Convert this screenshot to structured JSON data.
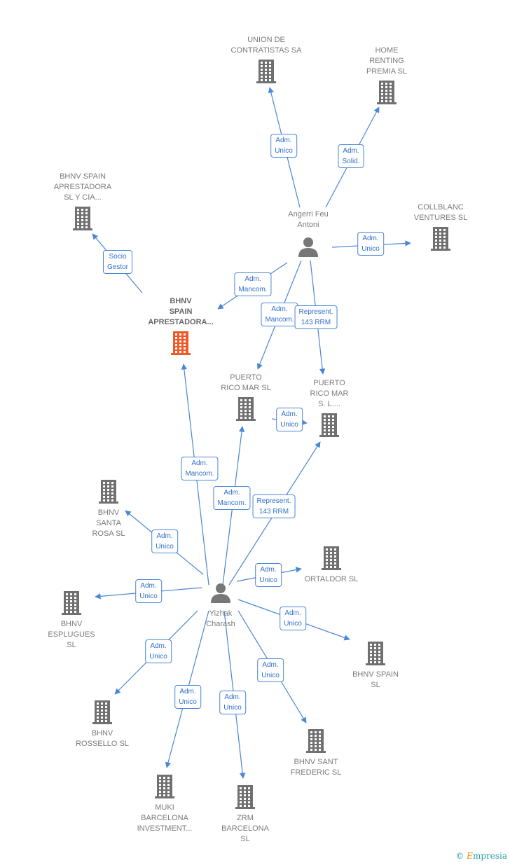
{
  "colors": {
    "company": "#707070",
    "main_company": "#f05a28",
    "person": "#777777",
    "edge": "#4a86d6",
    "text": "#7a7a7a"
  },
  "nodes": [
    {
      "id": "union",
      "label": "UNION DE\nCONTRATISTAS SA",
      "type": "company"
    },
    {
      "id": "home",
      "label": "HOME\nRENTING\nPREMIA  SL",
      "type": "company"
    },
    {
      "id": "bhnv_apr_cia",
      "label": "BHNV SPAIN\nAPRESTADORA\nSL Y CIA...",
      "type": "company"
    },
    {
      "id": "angerri",
      "label": "Angerri Feu\nAntoni",
      "type": "person"
    },
    {
      "id": "collblanc",
      "label": "COLLBLANC\nVENTURES  SL",
      "type": "company"
    },
    {
      "id": "main",
      "label": "BHNV\nSPAIN\nAPRESTADORA...",
      "type": "main"
    },
    {
      "id": "puerto1",
      "label": "PUERTO\nRICO MAR SL",
      "type": "company"
    },
    {
      "id": "puerto2",
      "label": "PUERTO\nRICO MAR\nS. L....",
      "type": "company"
    },
    {
      "id": "santarosa",
      "label": "BHNV\nSANTA\nROSA  SL",
      "type": "company"
    },
    {
      "id": "ortaldor",
      "label": "ORTALDOR  SL",
      "type": "company"
    },
    {
      "id": "esplugues",
      "label": "BHNV\nESPLUGUES\nSL",
      "type": "company"
    },
    {
      "id": "yizhak",
      "label": "Yizhak\nCharash",
      "type": "person"
    },
    {
      "id": "bhnvspain",
      "label": "BHNV SPAIN\nSL",
      "type": "company"
    },
    {
      "id": "rossello",
      "label": "BHNV\nROSSELLO  SL",
      "type": "company"
    },
    {
      "id": "santfrederic",
      "label": "BHNV SANT\nFREDERIC  SL",
      "type": "company"
    },
    {
      "id": "muki",
      "label": "MUKI\nBARCELONA\nINVESTMENT...",
      "type": "company"
    },
    {
      "id": "zrm",
      "label": "ZRM\nBARCELONA\nSL",
      "type": "company"
    }
  ],
  "edges": [
    {
      "from": "angerri",
      "to": "union",
      "label": "Adm.\nUnico"
    },
    {
      "from": "angerri",
      "to": "home",
      "label": "Adm.\nSolid."
    },
    {
      "from": "angerri",
      "to": "collblanc",
      "label": "Adm.\nUnico"
    },
    {
      "from": "angerri",
      "to": "main",
      "label": "Adm.\nMancom."
    },
    {
      "from": "angerri",
      "to": "puerto1",
      "label": "Adm.\nMancom."
    },
    {
      "from": "angerri",
      "to": "puerto2",
      "label": "Represent.\n143 RRM"
    },
    {
      "from": "main",
      "to": "bhnv_apr_cia",
      "label": "Socio\nGestor"
    },
    {
      "from": "puerto1",
      "to": "puerto2",
      "label": "Adm.\nUnico"
    },
    {
      "from": "yizhak",
      "to": "main",
      "label": "Adm.\nMancom."
    },
    {
      "from": "yizhak",
      "to": "puerto1",
      "label": "Adm.\nMancom."
    },
    {
      "from": "yizhak",
      "to": "puerto2",
      "label": "Represent.\n143 RRM"
    },
    {
      "from": "yizhak",
      "to": "santarosa",
      "label": "Adm.\nUnico"
    },
    {
      "from": "yizhak",
      "to": "ortaldor",
      "label": "Adm.\nUnico"
    },
    {
      "from": "yizhak",
      "to": "esplugues",
      "label": "Adm.\nUnico"
    },
    {
      "from": "yizhak",
      "to": "bhnvspain",
      "label": "Adm.\nUnico"
    },
    {
      "from": "yizhak",
      "to": "rossello",
      "label": "Adm.\nUnico"
    },
    {
      "from": "yizhak",
      "to": "santfrederic",
      "label": "Adm.\nUnico"
    },
    {
      "from": "yizhak",
      "to": "muki",
      "label": "Adm.\nUnico"
    },
    {
      "from": "yizhak",
      "to": "zrm",
      "label": "Adm.\nUnico"
    }
  ],
  "footer": {
    "copyright_symbol": "©",
    "brand_initial": "E",
    "brand_rest": "mpresia"
  }
}
